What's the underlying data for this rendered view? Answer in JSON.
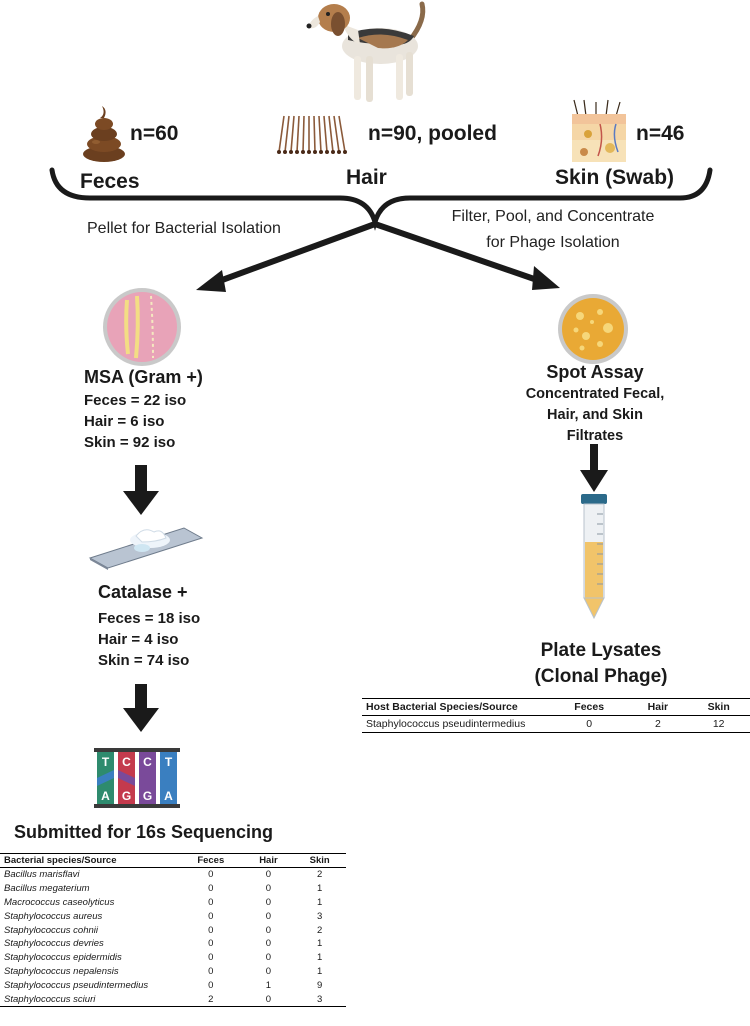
{
  "sources": {
    "feces": {
      "count": "n=60",
      "label": "Feces"
    },
    "hair": {
      "count": "n=90, pooled",
      "label": "Hair"
    },
    "skin": {
      "count": "n=46",
      "label": "Skin (Swab)"
    }
  },
  "branches": {
    "left": "Pellet for Bacterial Isolation",
    "right_line1": "Filter, Pool, and Concentrate",
    "right_line2": "for Phage Isolation"
  },
  "msa": {
    "title": "MSA (Gram +)",
    "lines": [
      "Feces = 22 iso",
      "Hair = 6 iso",
      "Skin = 92 iso"
    ]
  },
  "catalase": {
    "title": "Catalase +",
    "lines": [
      "Feces = 18 iso",
      "Hair = 4 iso",
      "Skin = 74 iso"
    ]
  },
  "dna_letters": {
    "top": [
      "T",
      "C",
      "C",
      "T"
    ],
    "bottom": [
      "A",
      "G",
      "G",
      "A"
    ]
  },
  "sequencing": {
    "title": "Submitted for 16s Sequencing",
    "headers": [
      "Bacterial species/Source",
      "Feces",
      "Hair",
      "Skin"
    ],
    "rows": [
      [
        "Bacillus marisflavi",
        "0",
        "0",
        "2"
      ],
      [
        "Bacillus megaterium",
        "0",
        "0",
        "1"
      ],
      [
        "Macrococcus caseolyticus",
        "0",
        "0",
        "1"
      ],
      [
        "Staphylococcus aureus",
        "0",
        "0",
        "3"
      ],
      [
        "Staphylococcus cohnii",
        "0",
        "0",
        "2"
      ],
      [
        "Staphylococcus devries",
        "0",
        "0",
        "1"
      ],
      [
        "Staphylococcus epidermidis",
        "0",
        "0",
        "1"
      ],
      [
        "Staphylococcus nepalensis",
        "0",
        "0",
        "1"
      ],
      [
        "Staphylococcus pseudintermedius",
        "0",
        "1",
        "9"
      ],
      [
        "Staphylococcus sciuri",
        "2",
        "0",
        "3"
      ]
    ]
  },
  "spot_assay": {
    "title": "Spot Assay",
    "sub_lines": [
      "Concentrated Fecal,",
      "Hair, and Skin",
      "Filtrates"
    ]
  },
  "lysates": {
    "line1": "Plate Lysates",
    "line2": "(Clonal Phage)"
  },
  "phage_table": {
    "headers": [
      "Host Bacterial Species/Source",
      "Feces",
      "Hair",
      "Skin"
    ],
    "rows": [
      [
        "Staphylococcus pseudintermedius",
        "0",
        "2",
        "12"
      ]
    ]
  },
  "colors": {
    "arrow": "#1a1a1a",
    "msa_plate": "#e8a3b8",
    "spot_plate": "#e9a935",
    "dna_T": "#2e8b6e",
    "dna_C": "#c43a4d",
    "dna_G": "#7a4a9a",
    "dna_A": "#3a7fc0"
  }
}
